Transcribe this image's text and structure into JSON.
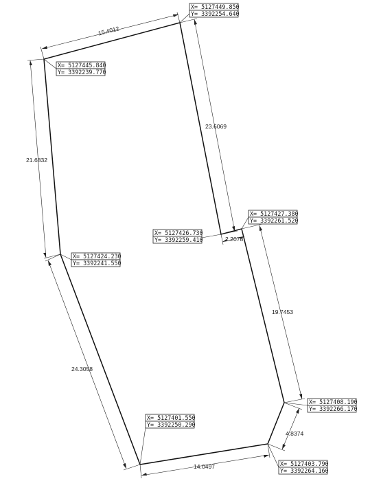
{
  "vertices": [
    {
      "id": "A",
      "x_label": "X= 5127449.850",
      "y_label": "Y= 3392254.640"
    },
    {
      "id": "B",
      "x_label": "X= 5127445.840",
      "y_label": "Y= 3392239.770"
    },
    {
      "id": "C",
      "x_label": "X= 5127424.230",
      "y_label": "Y= 3392241.550"
    },
    {
      "id": "D",
      "x_label": "X= 5127401.550",
      "y_label": "Y= 3392250.290"
    },
    {
      "id": "E",
      "x_label": "X= 5127403.790",
      "y_label": "Y= 3392264.160"
    },
    {
      "id": "F",
      "x_label": "X= 5127408.190",
      "y_label": "Y= 3392266.170"
    },
    {
      "id": "G",
      "x_label": "X= 5127427.380",
      "y_label": "Y= 3392261.520"
    },
    {
      "id": "H",
      "x_label": "X= 5127426.730",
      "y_label": "Y= 3392259.410"
    }
  ],
  "edges": [
    {
      "id": "AB",
      "length": "15.4012"
    },
    {
      "id": "BC",
      "length": "21.6832"
    },
    {
      "id": "CD",
      "length": "24.3058"
    },
    {
      "id": "DE",
      "length": "14.0497"
    },
    {
      "id": "EF",
      "length": "4.8374"
    },
    {
      "id": "FG",
      "length": "19.7453"
    },
    {
      "id": "GH",
      "length": "2.2078"
    },
    {
      "id": "HA",
      "length": "23.6069"
    }
  ]
}
